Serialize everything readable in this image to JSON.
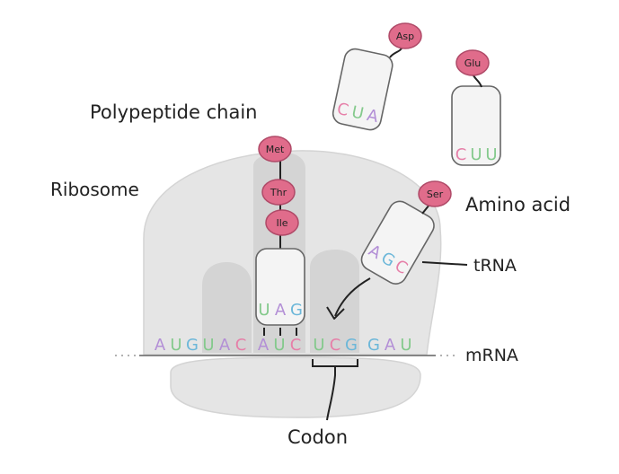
{
  "labels": {
    "polypeptide_chain": "Polypeptide chain",
    "ribosome": "Ribosome",
    "amino_acid": "Amino acid",
    "trna": "tRNA",
    "mrna": "mRNA",
    "codon": "Codon"
  },
  "chain": [
    "Met",
    "Thr",
    "Ile"
  ],
  "trnas": {
    "bound": {
      "anticodon": [
        "U",
        "A",
        "G"
      ]
    },
    "incoming": {
      "amino_acid": "Ser",
      "anticodon": [
        "A",
        "G",
        "C"
      ]
    },
    "free_left": {
      "amino_acid": "Asp",
      "anticodon": [
        "C",
        "U",
        "A"
      ]
    },
    "free_right": {
      "amino_acid": "Glu",
      "anticodon": [
        "C",
        "U",
        "U"
      ]
    }
  },
  "mrna_bases": [
    "A",
    "U",
    "G",
    "U",
    "A",
    "C",
    "A",
    "U",
    "C",
    "U",
    "C",
    "G",
    "G",
    "A",
    "U"
  ],
  "colors": {
    "A": "#b38fd6",
    "U": "#84c98c",
    "G": "#6cb7d9",
    "C": "#e67fa8",
    "amino_acid_fill": "#e06c8b",
    "ribosome": "#e3e3e3"
  }
}
